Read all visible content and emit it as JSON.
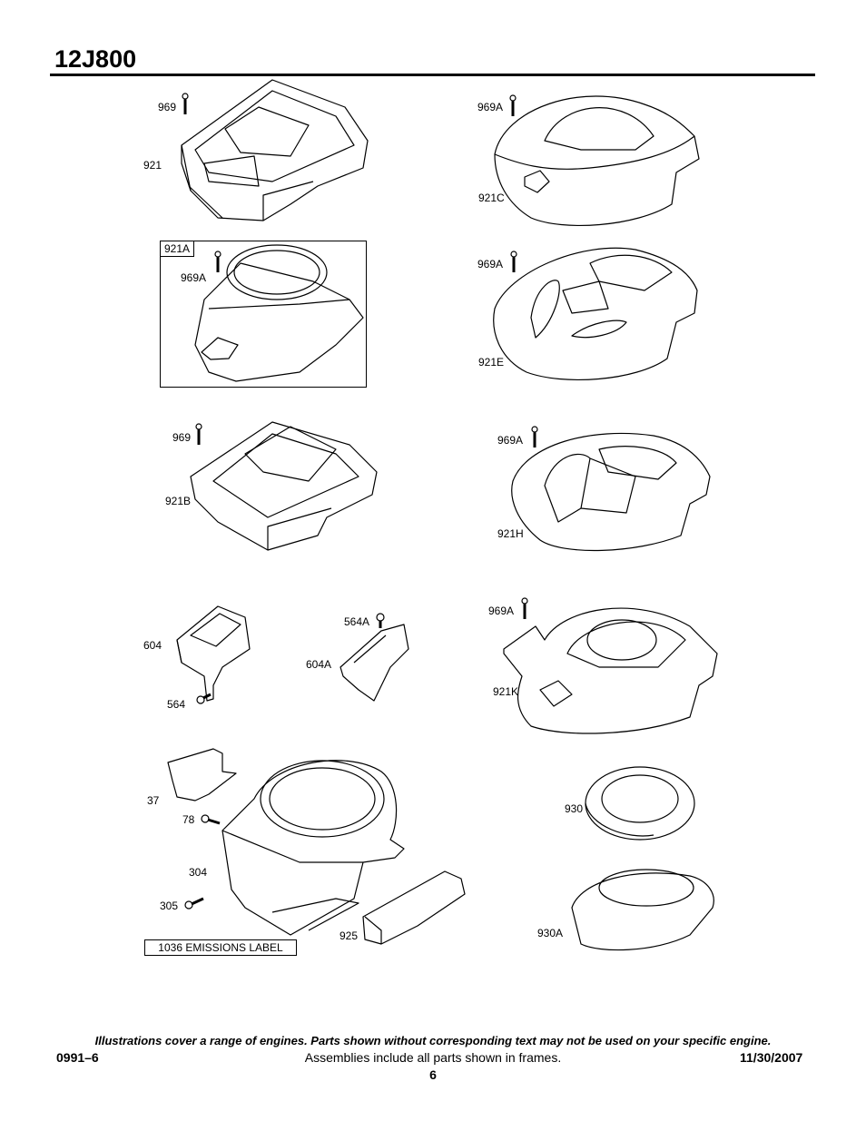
{
  "header": {
    "model": "12J800"
  },
  "labels": {
    "l969": "969",
    "l921": "921",
    "l969A_c": "969A",
    "l921C": "921C",
    "l921A": "921A",
    "l969A_a": "969A",
    "l969A_e": "969A",
    "l921E": "921E",
    "l969_b": "969",
    "l921B": "921B",
    "l969A_h": "969A",
    "l921H": "921H",
    "l604": "604",
    "l564": "564",
    "l564A": "564A",
    "l604A": "604A",
    "l969A_k": "969A",
    "l921K": "921K",
    "l37": "37",
    "l78": "78",
    "l304": "304",
    "l305": "305",
    "l925": "925",
    "l930": "930",
    "l930A": "930A",
    "emissions": "1036 EMISSIONS LABEL"
  },
  "footer": {
    "note": "Illustrations cover a range of engines. Parts shown without corresponding text may not be used on your specific engine.",
    "code": "0991–6",
    "assemblies": "Assemblies include all parts shown in frames.",
    "date": "11/30/2007",
    "page": "6"
  }
}
